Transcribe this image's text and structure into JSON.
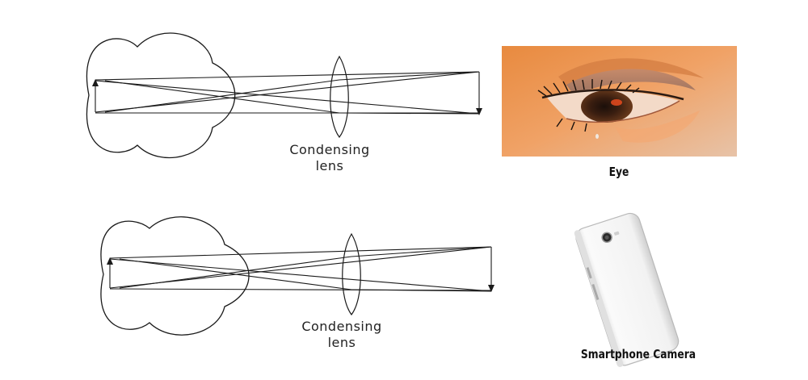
{
  "diagrams": [
    {
      "lens_label_line1": "Condensing",
      "lens_label_line2": "lens"
    },
    {
      "lens_label_line1": "Condensing",
      "lens_label_line2": "lens"
    }
  ],
  "photos": {
    "eye_caption": "Eye",
    "phone_caption": "Smartphone Camera"
  },
  "colors": {
    "line": "#1a1a1a",
    "skin": "#e8894a",
    "phone_body": "#f4f4f4"
  }
}
